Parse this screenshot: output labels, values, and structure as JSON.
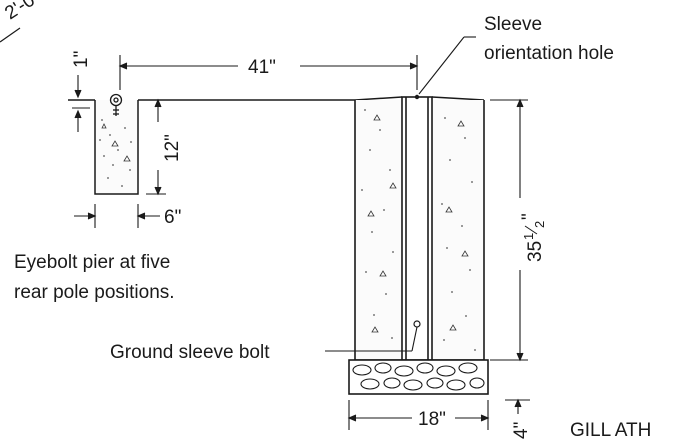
{
  "dimensions": {
    "top_partial": "2'-0",
    "one_inch": "1\"",
    "forty_one": "41\"",
    "twelve": "12\"",
    "six": "6\"",
    "thirty_five_whole": "35",
    "thirty_five_num": "1",
    "thirty_five_den": "2",
    "thirty_five_inch": "\"",
    "eighteen": "18\"",
    "four": "4\""
  },
  "labels": {
    "sleeve_line1": "Sleeve",
    "sleeve_line2": "orientation hole",
    "eyebolt_line1": "Eyebolt pier at five",
    "eyebolt_line2": "rear pole positions.",
    "ground_sleeve": "Ground sleeve bolt",
    "gill": "GILL ATH"
  },
  "colors": {
    "line": "#1a1a1a",
    "background": "#ffffff"
  }
}
